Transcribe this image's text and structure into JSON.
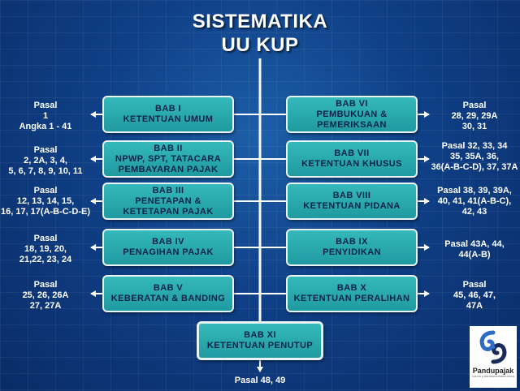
{
  "title": {
    "line1": "SISTEMATIKA",
    "line2": "UU KUP"
  },
  "left_chapters": [
    {
      "lines": [
        "BAB I",
        "KETENTUAN UMUM"
      ],
      "pasal": [
        "Pasal",
        "1",
        "Angka 1 - 41"
      ]
    },
    {
      "lines": [
        "BAB II",
        "NPWP, SPT, TATACARA",
        "PEMBAYARAN PAJAK"
      ],
      "pasal": [
        "Pasal",
        "2, 2A, 3, 4,",
        "5, 6, 7, 8, 9, 10, 11"
      ]
    },
    {
      "lines": [
        "BAB III",
        "PENETAPAN &",
        "KETETAPAN PAJAK"
      ],
      "pasal": [
        "Pasal",
        "12, 13, 14, 15,",
        "16, 17, 17(A-B-C-D-E)"
      ]
    },
    {
      "lines": [
        "BAB IV",
        "PENAGIHAN PAJAK"
      ],
      "pasal": [
        "Pasal",
        "18, 19, 20,",
        "21,22, 23, 24"
      ]
    },
    {
      "lines": [
        "BAB V",
        "KEBERATAN & BANDING"
      ],
      "pasal": [
        "Pasal",
        "25, 26, 26A",
        "27, 27A"
      ]
    }
  ],
  "right_chapters": [
    {
      "lines": [
        "BAB VI",
        "PEMBUKUAN &",
        "PEMERIKSAAN"
      ],
      "pasal": [
        "Pasal",
        "28, 29, 29A",
        "30, 31"
      ]
    },
    {
      "lines": [
        "BAB VII",
        "KETENTUAN KHUSUS"
      ],
      "pasal": [
        "Pasal 32, 33, 34",
        "35, 35A, 36,",
        "36(A-B-C-D), 37, 37A"
      ]
    },
    {
      "lines": [
        "BAB VIII",
        "KETENTUAN PIDANA"
      ],
      "pasal": [
        "Pasal 38, 39, 39A,",
        "40, 41, 41(A-B-C),",
        "42, 43"
      ]
    },
    {
      "lines": [
        "BAB IX",
        "PENYIDIKAN"
      ],
      "pasal": [
        "Pasal 43A, 44,",
        "44(A-B)"
      ]
    },
    {
      "lines": [
        "BAB X",
        "KETENTUAN PERALIHAN"
      ],
      "pasal": [
        "Pasal",
        "45, 46, 47,",
        "47A"
      ]
    }
  ],
  "bottom_chapter": {
    "lines": [
      "BAB XI",
      "KETENTUAN PENUTUP"
    ],
    "pasal": "Pasal 48, 49"
  },
  "logo": {
    "name": "Pandupajak",
    "tagline": "SOLUSI & INFORMASI PERPAJAKAN"
  },
  "colors": {
    "box_fill": "#2bb0b2",
    "box_border": "#e8f4f4",
    "box_text": "#0b2344",
    "background": "#0f3f86",
    "lines": "#ffffff"
  }
}
